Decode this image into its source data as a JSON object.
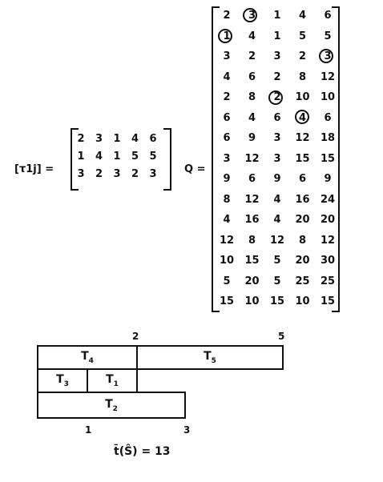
{
  "tau": {
    "label": "[τ1j] =",
    "rows": [
      [
        "2",
        "3",
        "1",
        "4",
        "6"
      ],
      [
        "1",
        "4",
        "1",
        "5",
        "5"
      ],
      [
        "3",
        "2",
        "3",
        "2",
        "3"
      ]
    ]
  },
  "q": {
    "label": "Q =",
    "rows": [
      [
        "2",
        "3",
        "1",
        "4",
        "6"
      ],
      [
        "1",
        "4",
        "1",
        "5",
        "5"
      ],
      [
        "3",
        "2",
        "3",
        "2",
        "3"
      ],
      [
        "4",
        "6",
        "2",
        "8",
        "12"
      ],
      [
        "2",
        "8",
        "2",
        "10",
        "10"
      ],
      [
        "6",
        "4",
        "6",
        "4",
        "6"
      ],
      [
        "6",
        "9",
        "3",
        "12",
        "18"
      ],
      [
        "3",
        "12",
        "3",
        "15",
        "15"
      ],
      [
        "9",
        "6",
        "9",
        "6",
        "9"
      ],
      [
        "8",
        "12",
        "4",
        "16",
        "24"
      ],
      [
        "4",
        "16",
        "4",
        "20",
        "20"
      ],
      [
        "12",
        "8",
        "12",
        "8",
        "12"
      ],
      [
        "10",
        "15",
        "5",
        "20",
        "30"
      ],
      [
        "5",
        "20",
        "5",
        "25",
        "25"
      ],
      [
        "15",
        "10",
        "15",
        "10",
        "15"
      ]
    ]
  },
  "gantt": {
    "top_ticks": [
      "2",
      "5"
    ],
    "bottom_ticks": [
      "1",
      "3"
    ],
    "bars": {
      "t4": {
        "name": "T",
        "sub": "4"
      },
      "t5": {
        "name": "T",
        "sub": "5"
      },
      "t3": {
        "name": "T",
        "sub": "3"
      },
      "t1": {
        "name": "T",
        "sub": "1"
      },
      "t2": {
        "name": "T",
        "sub": "2"
      }
    },
    "caption": "t̄(Ŝ) = 13"
  }
}
